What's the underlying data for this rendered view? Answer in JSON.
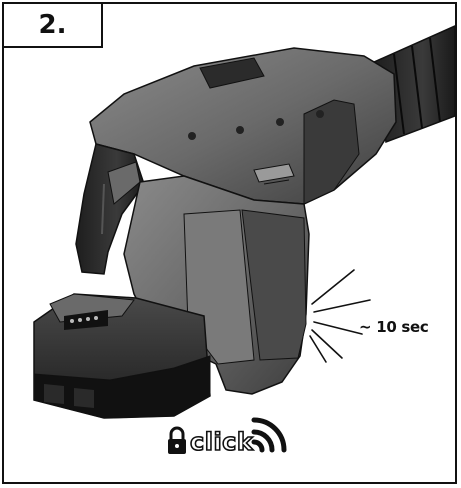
{
  "step": {
    "label": "2."
  },
  "timer": {
    "text": "~ 10 sec"
  },
  "sound": {
    "text": "click"
  },
  "icons": {
    "lock": "padlock-icon",
    "sound": "sound-waves-icon",
    "vibration": "vibration-lines-icon"
  },
  "colors": {
    "outline": "#111111",
    "tool_body": "#6b6b6b",
    "tool_dark": "#2a2a2a",
    "battery": "#2c2c2c",
    "background": "#ffffff"
  }
}
